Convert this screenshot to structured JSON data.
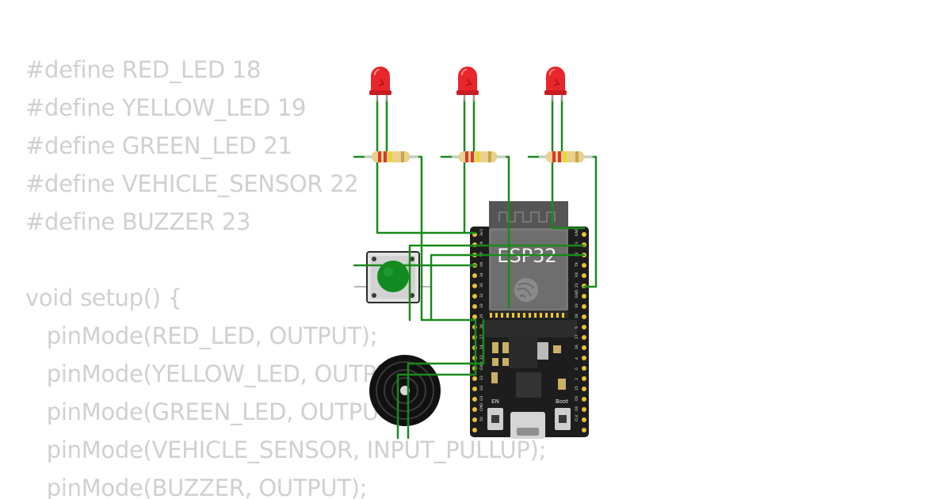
{
  "code_lines": [
    "#define RED_LED 18",
    "#define YELLOW_LED 19",
    "#define GREEN_LED 21",
    "#define VEHICLE_SENSOR 22",
    "#define BUZZER 23",
    "",
    "void setup() {",
    "   pinMode(RED_LED, OUTPUT);",
    "   pinMode(YELLOW_LED, OUTPUT);",
    "   pinMode(GREEN_LED, OUTPUT);",
    "   pinMode(VEHICLE_SENSOR, INPUT_PULLUP);",
    "   pinMode(BUZZER, OUTPUT);"
  ],
  "board": {
    "label": "ESP32",
    "en_label": "EN",
    "boot_label": "Boot",
    "left_pins": [
      "3V3",
      "EN",
      "VP",
      "VN",
      "34",
      "35",
      "32",
      "33",
      "25",
      "26",
      "27",
      "14",
      "12",
      "GND",
      "13",
      "D2",
      "D3",
      "CMD",
      "5V"
    ],
    "right_pins": [
      "GND",
      "23",
      "22",
      "TX",
      "RX",
      "21",
      "GND",
      "19",
      "18",
      "5",
      "17",
      "16",
      "4",
      "0",
      "2",
      "15",
      "D1",
      "D0",
      "CLK"
    ]
  },
  "colors": {
    "wire": "#1a8a1a",
    "led_red": "#e8262b",
    "code_text": "#d0d0d0",
    "board": "#1d1d1d",
    "pin_gold": "#e6c23a",
    "button_green": "#118a22"
  },
  "components": {
    "leds": [
      "led-red-1",
      "led-red-2",
      "led-red-3"
    ],
    "resistors": [
      "resistor-1",
      "resistor-2",
      "resistor-3"
    ],
    "button": "pushbutton",
    "buzzer": "buzzer"
  }
}
